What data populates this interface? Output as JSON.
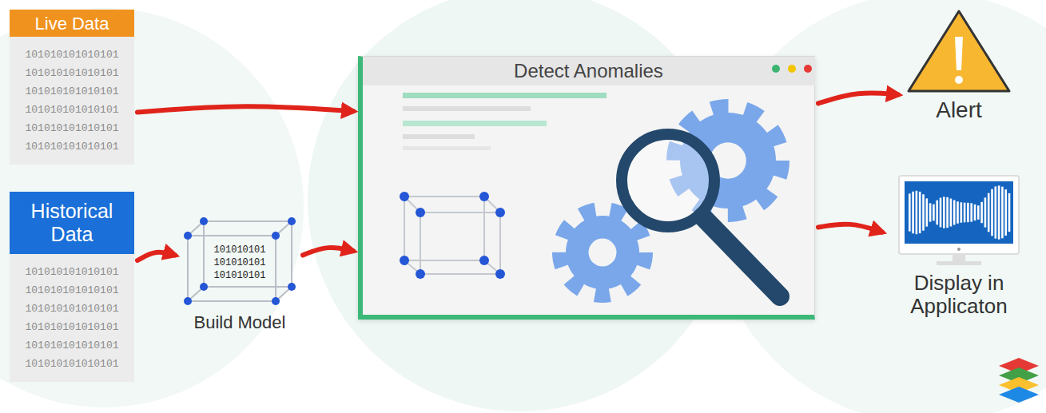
{
  "diagram": {
    "nodes": [
      {
        "text": [
          "Live Data"
        ]
      },
      {
        "text": [
          "101010101010101 101010101010101 101010101010101 101010101010101 101010101010101 101010101010101"
        ]
      },
      {
        "text": [
          "Historical Data"
        ]
      },
      {
        "text": [
          "101010101010101 101010101010101 101010101010101 101010101010101 101010101010101 101010101010101"
        ]
      },
      {
        "text": [
          "101010101 101010101 101010101",
          "Build Model"
        ]
      },
      {
        "text": [
          "Detect Anomalies"
        ]
      },
      {
        "text": [
          "Alert"
        ]
      },
      {
        "text": [
          "Display in Applicaton"
        ]
      }
    ],
    "edges": [
      {
        "from": 1,
        "to": 5,
        "arrow": "to"
      },
      {
        "from": 3,
        "to": 4,
        "arrow": "to"
      },
      {
        "from": 4,
        "to": 5,
        "arrow": "to"
      },
      {
        "from": 5,
        "to": 6,
        "arrow": "to"
      },
      {
        "from": 5,
        "to": 7,
        "arrow": "to"
      }
    ]
  }
}
